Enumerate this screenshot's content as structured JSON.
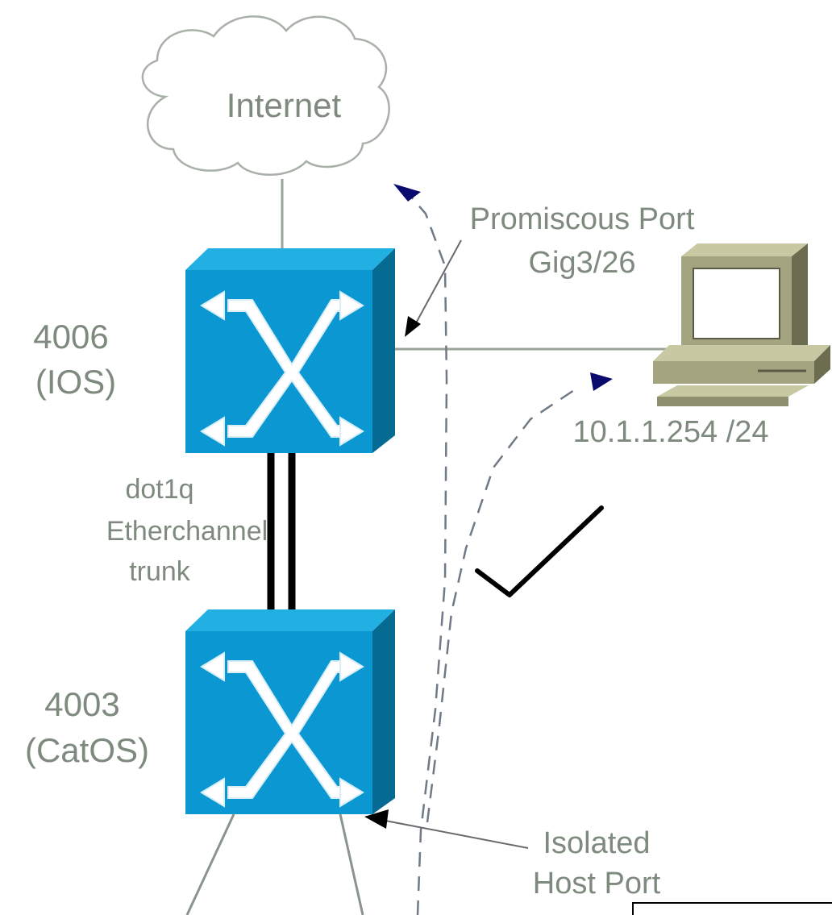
{
  "labels": {
    "internet": "Internet",
    "promiscuous_port": "Promiscous Port",
    "promiscuous_port_id": "Gig3/26",
    "switch_top_model": "4006",
    "switch_top_os": "(IOS)",
    "host_ip": "10.1.1.254 /24",
    "trunk_line1": "dot1q",
    "trunk_line2": "Etherchannel",
    "trunk_line3": "trunk",
    "switch_bottom_model": "4003",
    "switch_bottom_os": "(CatOS)",
    "isolated_line1": "Isolated",
    "isolated_line2": "Host Port"
  },
  "colors": {
    "switch_face": "#0b98d2",
    "switch_top": "#22b0e2",
    "switch_side": "#066b93",
    "label_text": "#7f8a7f",
    "arrow_head": "#0a0a6e",
    "cable": "#9aa39a",
    "trunk": "#000000",
    "pc_body": "#a4a580"
  },
  "icons": {
    "cloud": "cloud-icon",
    "switch": "switch-icon",
    "workstation": "workstation-icon",
    "checkmark": "checkmark-icon"
  }
}
